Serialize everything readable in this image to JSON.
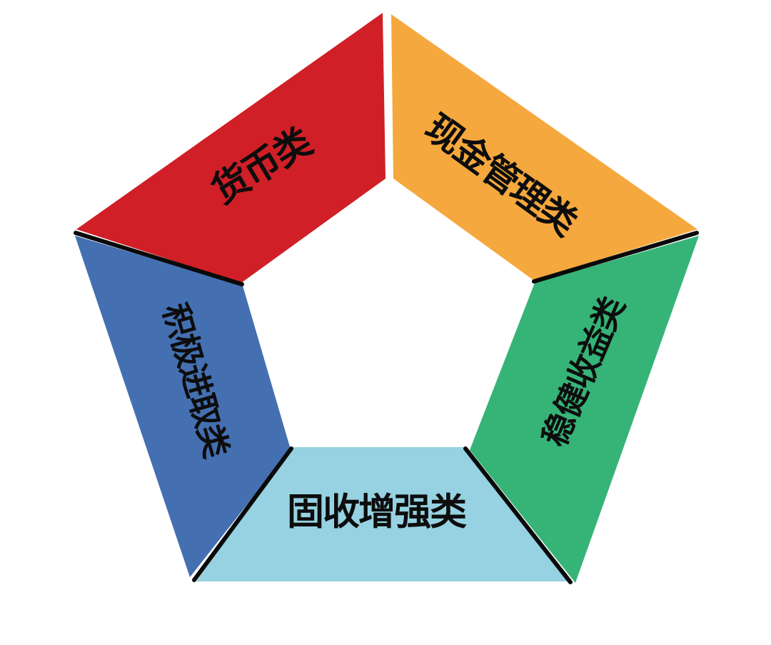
{
  "diagram": {
    "type": "pentagon-ring",
    "background": "#ffffff",
    "outline_color": "#0a0a0a",
    "text_color": "#0d0d0d",
    "segments": [
      {
        "id": "currency",
        "label": "货币类",
        "color": "#d01f26",
        "position": "top-left"
      },
      {
        "id": "cash-management",
        "label": "现金管理类",
        "color": "#f5a83d",
        "position": "top-right"
      },
      {
        "id": "stable-income",
        "label": "稳健收益类",
        "color": "#36b478",
        "position": "right"
      },
      {
        "id": "fixed-income-enhanced",
        "label": "固收增强类",
        "color": "#96d2e1",
        "position": "bottom"
      },
      {
        "id": "aggressive",
        "label": "积极进取类",
        "color": "#4470b2",
        "position": "left"
      }
    ]
  }
}
